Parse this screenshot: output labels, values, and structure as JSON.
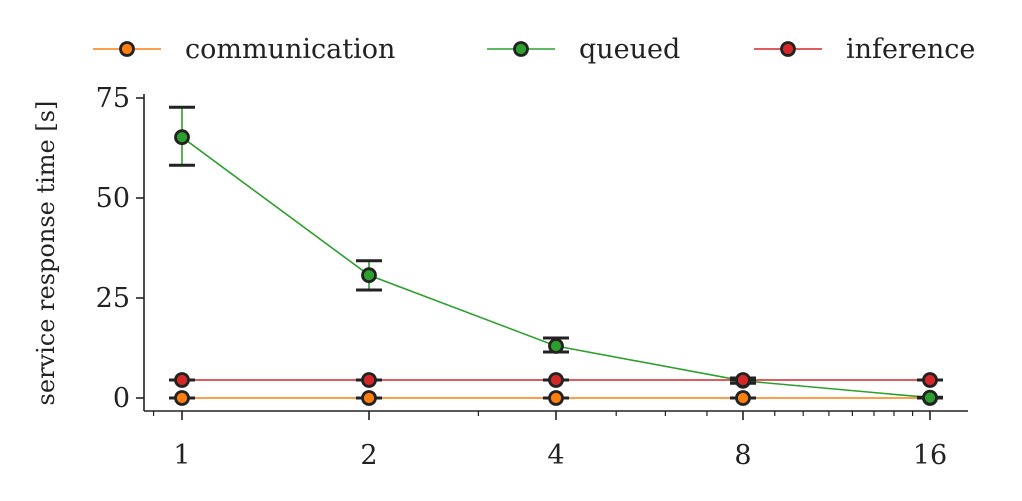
{
  "chart_data": {
    "type": "line",
    "x_scale": "log2",
    "x": [
      1,
      2,
      4,
      8,
      16
    ],
    "x_ticks": [
      "1",
      "2",
      "4",
      "8",
      "16"
    ],
    "ylabel": "service response time [s]",
    "ylim": [
      -3,
      77
    ],
    "y_ticks": [
      "0",
      "25",
      "50",
      "75"
    ],
    "legend_position": "top",
    "series": [
      {
        "name": "communication",
        "color": "#ff7f0e",
        "values": [
          0,
          0,
          0,
          0,
          0
        ],
        "err_low": [
          0,
          0,
          0,
          0,
          0
        ],
        "err_high": [
          0,
          0,
          0,
          0,
          0
        ]
      },
      {
        "name": "queued",
        "color": "#2ca02c",
        "values": [
          65.2,
          30.7,
          13.0,
          4.3,
          0.1
        ],
        "err_low": [
          58.2,
          27.0,
          11.5,
          3.7,
          0.0
        ],
        "err_high": [
          72.7,
          34.3,
          15.0,
          5.0,
          0.2
        ]
      },
      {
        "name": "inference",
        "color": "#d62728",
        "values": [
          4.5,
          4.5,
          4.5,
          4.5,
          4.5
        ],
        "err_low": [
          4.5,
          4.5,
          4.5,
          4.5,
          4.5
        ],
        "err_high": [
          4.5,
          4.5,
          4.5,
          4.5,
          4.5
        ]
      }
    ]
  }
}
